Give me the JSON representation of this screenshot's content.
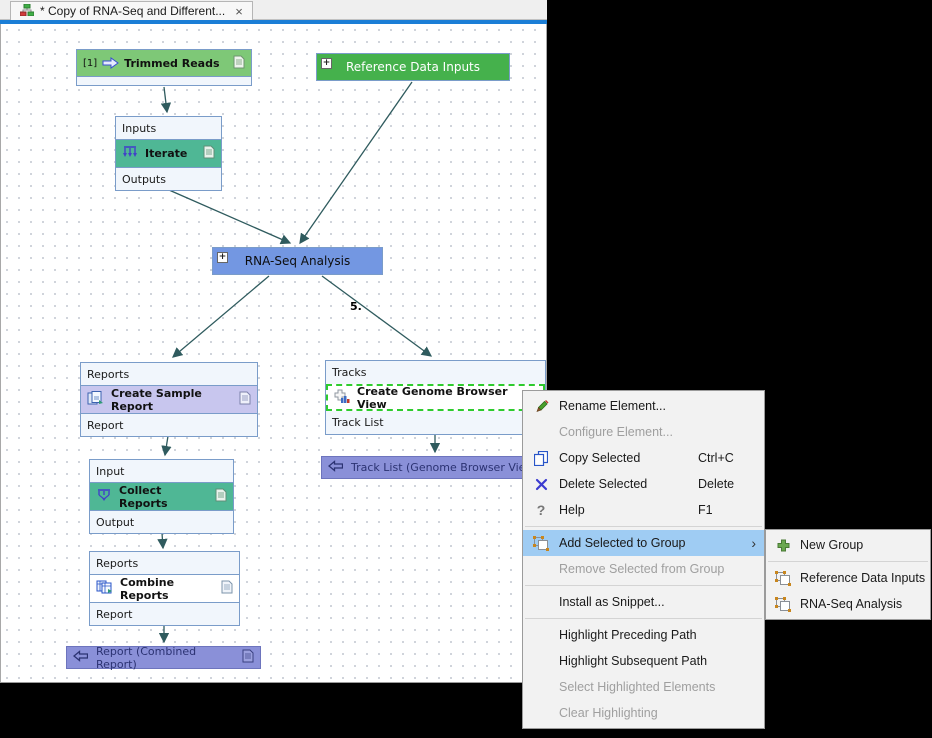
{
  "tab": {
    "title": "* Copy of RNA-Seq and Different...",
    "close": "×"
  },
  "colors": {
    "tab_underline": "#1b7ed6",
    "node_green_light": "#7ec877",
    "node_green": "#45b14c",
    "node_blue": "#7397e2",
    "node_teal": "#4fb795",
    "node_lavender": "#c8c6ee",
    "node_purple": "#8a90d8",
    "selection_dashed": "#2ecb2e",
    "menu_highlight": "#9fccf3",
    "edge": "#2f5b5e"
  },
  "workflow": {
    "edge_label": "5.",
    "nodes": {
      "trimmed_reads": {
        "badge": "[1]",
        "title": "Trimmed Reads"
      },
      "reference_data_inputs": {
        "expand": "+",
        "title": "Reference Data Inputs"
      },
      "iterate": {
        "input": "Inputs",
        "title": "Iterate",
        "output": "Outputs"
      },
      "rna_seq_analysis": {
        "expand": "+",
        "title": "RNA-Seq Analysis"
      },
      "create_sample_report": {
        "input": "Reports",
        "title": "Create Sample Report",
        "output": "Report"
      },
      "create_genome_browser_view": {
        "input": "Tracks",
        "title": "Create Genome Browser View",
        "output": "Track List"
      },
      "track_list_output": {
        "title": "Track List (Genome Browser View)"
      },
      "collect_reports": {
        "input": "Input",
        "title": "Collect Reports",
        "output": "Output"
      },
      "combine_reports": {
        "input": "Reports",
        "title": "Combine Reports",
        "output": "Report"
      },
      "report_output": {
        "title": "Report (Combined Report)"
      }
    }
  },
  "context_menu": {
    "items": [
      {
        "label": "Rename Element...",
        "icon": "pencil-icon"
      },
      {
        "label": "Configure Element...",
        "disabled": true
      },
      {
        "label": "Copy Selected",
        "shortcut": "Ctrl+C",
        "icon": "copy-icon"
      },
      {
        "label": "Delete Selected",
        "shortcut": "Delete",
        "icon": "delete-x-icon"
      },
      {
        "label": "Help",
        "shortcut": "F1",
        "icon": "question-icon"
      },
      {
        "label": "Add Selected to Group",
        "icon": "group-icon",
        "submenu_arrow": "›",
        "highlighted": true
      },
      {
        "label": "Remove Selected from Group",
        "disabled": true
      },
      {
        "label": "Install as Snippet..."
      },
      {
        "label": "Highlight Preceding Path"
      },
      {
        "label": "Highlight Subsequent Path"
      },
      {
        "label": "Select Highlighted Elements",
        "disabled": true
      },
      {
        "label": "Clear Highlighting",
        "disabled": true
      }
    ]
  },
  "submenu": {
    "items": [
      {
        "label": "New Group",
        "icon": "new-group-icon"
      },
      {
        "label": "Reference Data Inputs",
        "icon": "group-icon"
      },
      {
        "label": "RNA-Seq Analysis",
        "icon": "group-icon"
      }
    ]
  }
}
